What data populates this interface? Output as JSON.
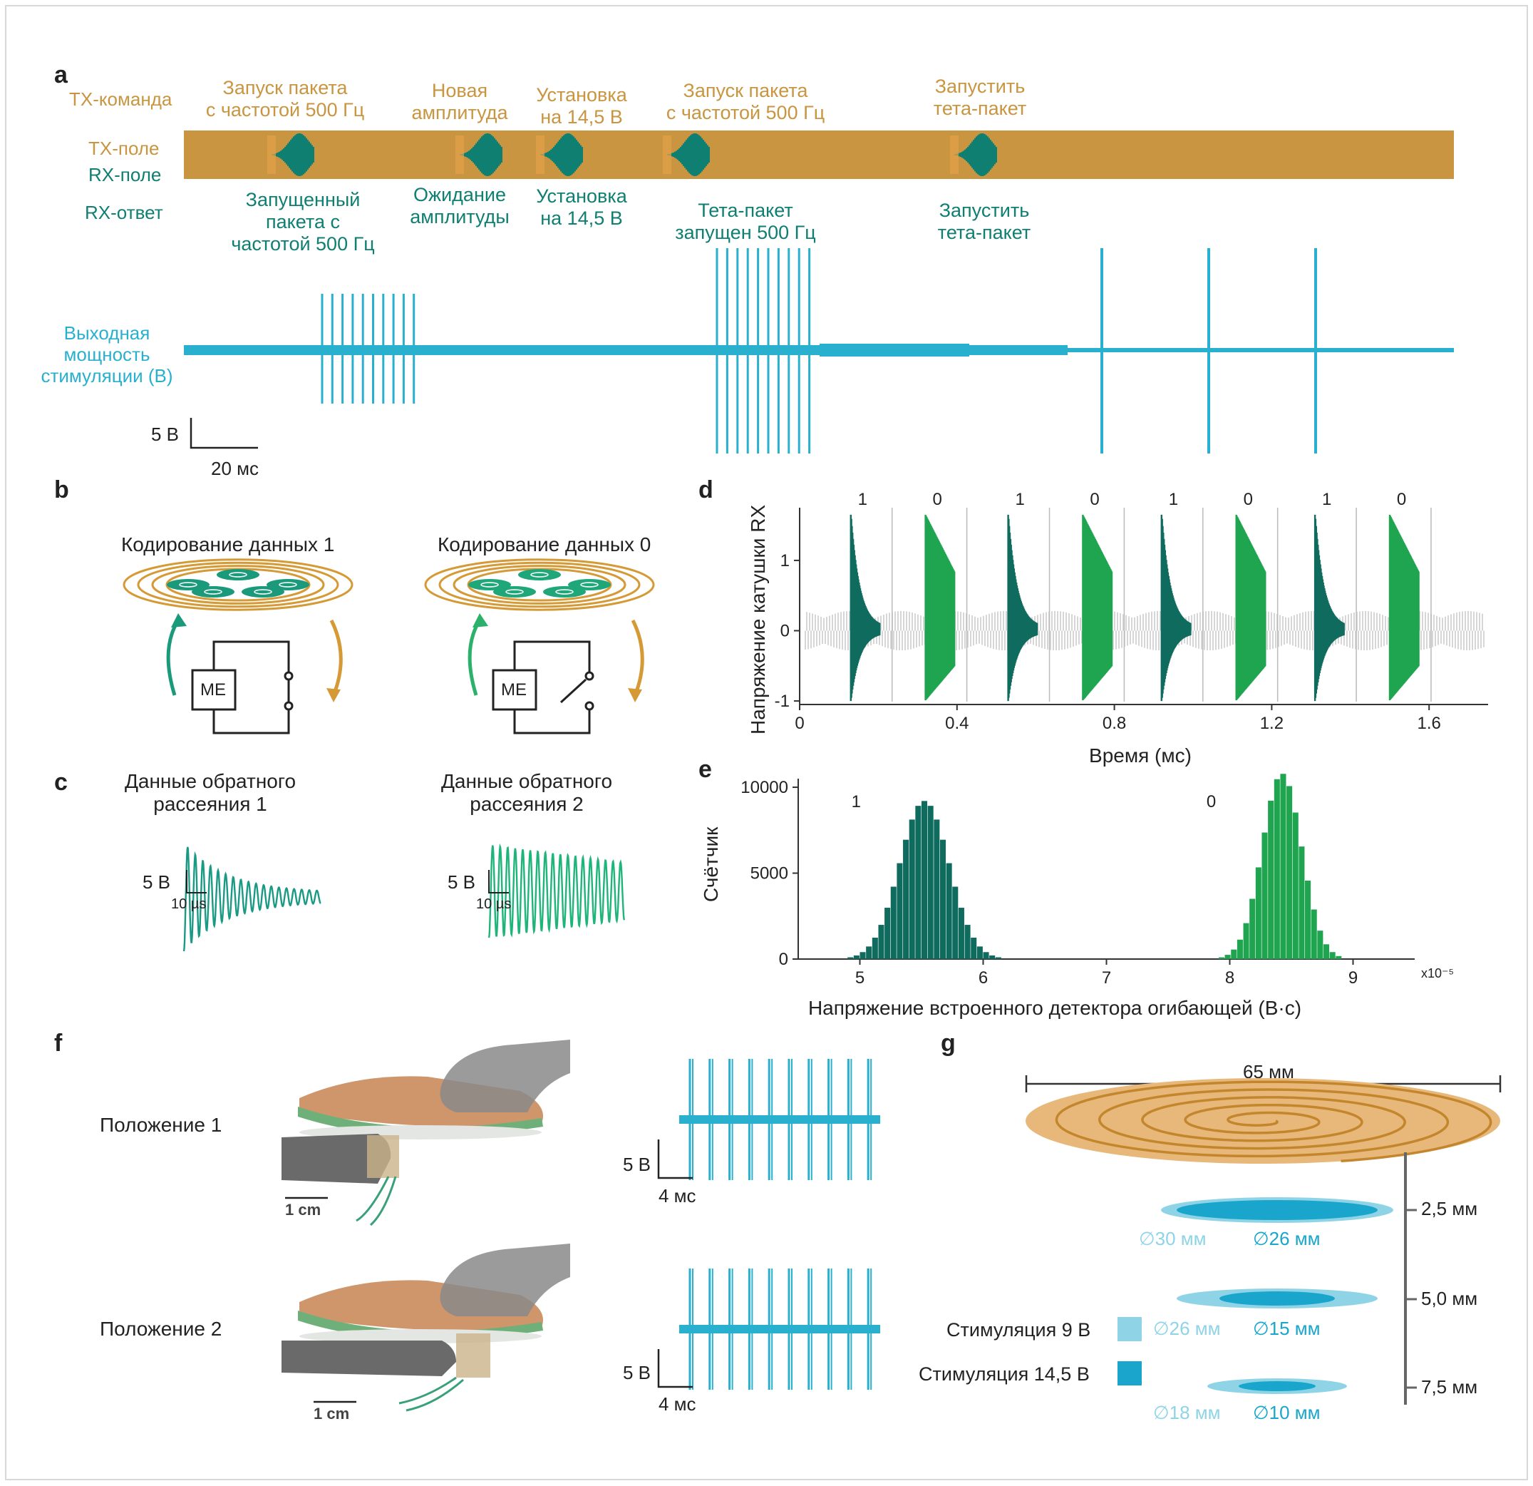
{
  "colors": {
    "tx": "#c99540",
    "rx": "#0f7f72",
    "stim": "#2ab0cf",
    "code1": "#0f6b5d",
    "code0": "#1fa44f",
    "noise": "#d6d6d6",
    "stim_light": "#8fd4e6",
    "stim_dark": "#1aa6cc"
  },
  "panel_a": {
    "label": "a",
    "tx_command_label": "TX-команда",
    "tx_field_label": "TX-поле",
    "rx_field_label": "RX-поле",
    "rx_response_label": "RX-ответ",
    "stim_label": [
      "Выходная",
      "мощность",
      "стимуляции (В)"
    ],
    "tx_commands": [
      [
        "Запуск пакета",
        "с частотой 500 Гц"
      ],
      [
        "Новая",
        "амплитуда"
      ],
      [
        "Установка",
        "на 14,5 В"
      ],
      [
        "Запуск пакета",
        "с частотой 500 Гц"
      ],
      [
        "Запустить",
        "тета-пакет"
      ]
    ],
    "rx_responses": [
      [
        "Запущенный",
        "пакета с",
        "частотой 500 Гц"
      ],
      [
        "Ожидание",
        "амплитуды"
      ],
      [
        "Установка",
        "на 14,5 В"
      ],
      [
        "Тета-пакет",
        "запущен 500 Гц"
      ],
      [
        "Запустить",
        "тета-пакет"
      ]
    ],
    "scale_v": "5 В",
    "scale_t": "20 мс"
  },
  "panel_b": {
    "label": "b",
    "left_title": "Кодирование данных 1",
    "right_title": "Кодирование данных 0",
    "me_label": "ME",
    "left_switch": "closed",
    "right_switch": "open"
  },
  "panel_c": {
    "label": "c",
    "left_title": [
      "Данные обратного",
      "рассеяния 1"
    ],
    "right_title": [
      "Данные обратного",
      "рассеяния 2"
    ],
    "scale_v": "5 В",
    "scale_t": "10 µs"
  },
  "panel_d": {
    "label": "d",
    "bit_labels": [
      "1",
      "0",
      "1",
      "0",
      "1",
      "0",
      "1",
      "0"
    ]
  },
  "panel_e": {
    "label": "e",
    "peak_labels": [
      "1",
      "0"
    ]
  },
  "panel_f": {
    "label": "f",
    "position1": "Положение 1",
    "position2": "Положение 2",
    "photo_scale": "1 cm",
    "scale_v": "5 В",
    "scale_t": "4 мс"
  },
  "panel_g": {
    "label": "g",
    "coil_width": "65 мм",
    "depths": [
      "2,5 мм",
      "5,0 мм",
      "7,5 мм"
    ],
    "outer_diameters": [
      "∅30 мм",
      "∅26 мм",
      "∅18 мм"
    ],
    "inner_diameters": [
      "∅26 мм",
      "∅15 мм",
      "∅10 мм"
    ],
    "legend": [
      "Стимуляция 9 В",
      "Стимуляция 14,5 В"
    ]
  },
  "chart_data": [
    {
      "type": "area",
      "title": "",
      "xlabel": "Время (мс)",
      "ylabel": "Напряжение катушки RX",
      "xlim": [
        0,
        1.75
      ],
      "ylim": [
        -1.05,
        1.75
      ],
      "xticks": [
        "0",
        "0.4",
        "0.8",
        "1.2",
        "1.6"
      ],
      "yticks": [
        "-1",
        "0",
        "1"
      ],
      "series": [
        {
          "name": "1",
          "bursts_start_ms": [
            0.13,
            0.53,
            0.92,
            1.31
          ],
          "peak": 1.65,
          "decay": "fast"
        },
        {
          "name": "0",
          "bursts_start_ms": [
            0.32,
            0.72,
            1.11,
            1.5
          ],
          "peak": 1.65,
          "decay": "slow"
        }
      ]
    },
    {
      "type": "bar",
      "title": "",
      "xlabel": "Напряжение встроенного детектора огибающей (В·с)",
      "ylabel": "Счётчик",
      "x_multiplier": "x10⁻⁵",
      "xlim": [
        4.5,
        9.5
      ],
      "ylim": [
        0,
        10500
      ],
      "xticks": [
        "5",
        "6",
        "7",
        "8",
        "9"
      ],
      "yticks": [
        "0",
        "5000",
        "10000"
      ],
      "series": [
        {
          "name": "1",
          "mean": 5.5,
          "sd": 0.2,
          "peak": 9200
        },
        {
          "name": "0",
          "mean": 8.4,
          "sd": 0.16,
          "peak": 10800
        }
      ]
    }
  ]
}
